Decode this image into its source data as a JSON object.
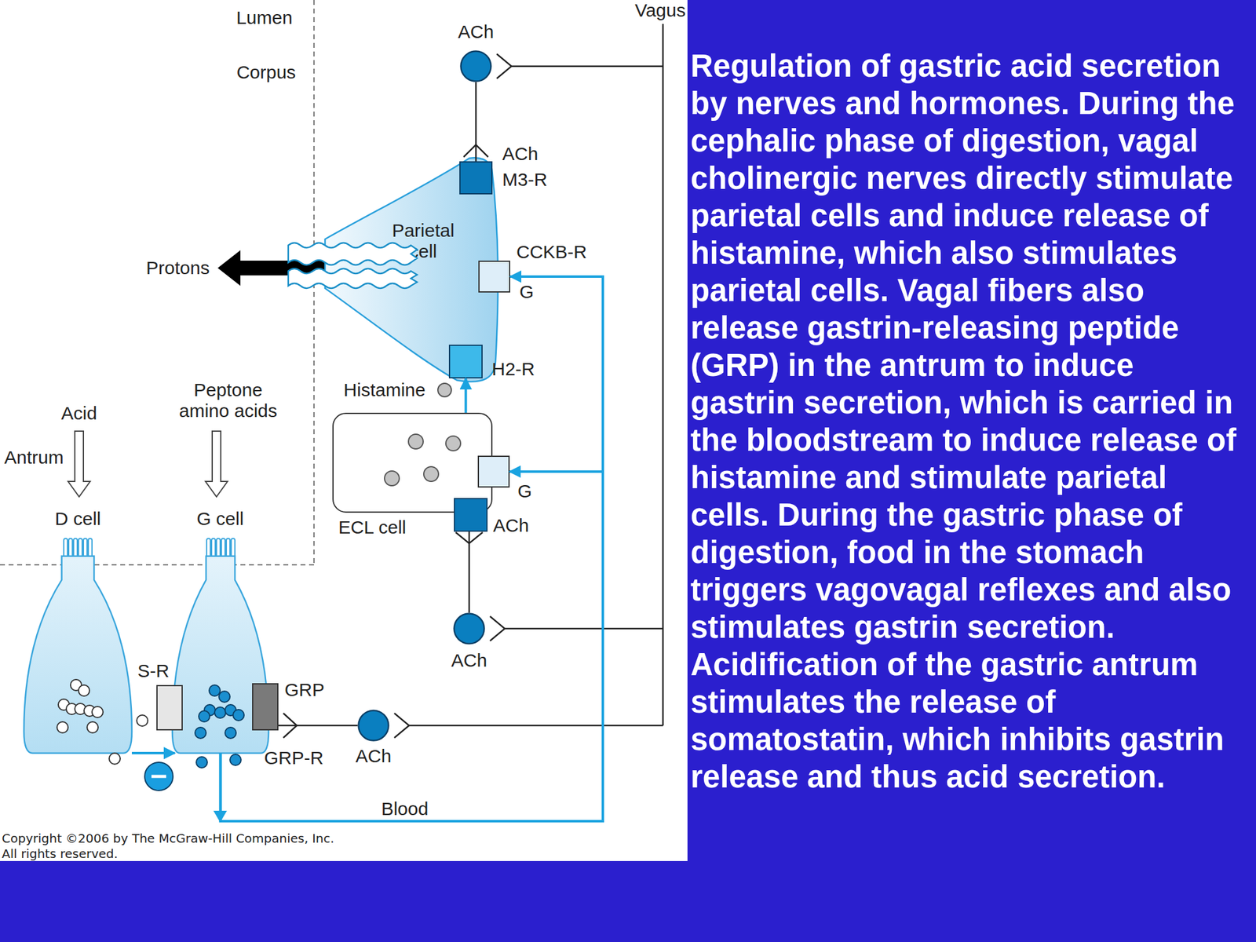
{
  "diagram": {
    "caption": "Regulation of gastric acid secretion by nerves and hormones. During the cephalic phase of digestion, vagal cholinergic nerves directly stimulate parietal cells and induce release of histamine, which also stimulates parietal cells. Vagal fibers also release gastrin-releasing peptide (GRP) in the antrum to induce gastrin secretion, which is carried in the bloodstream to induce release of histamine and stimulate parietal cells. During the gastric phase of digestion, food in the stomach triggers vagovagal reflexes and also stimulates gastrin secretion. Acidification of the gastric antrum stimulates the release of somatostatin, which inhibits gastrin release and thus acid secretion.",
    "nodes": [
      {
        "text": [
          "Parietal cell"
        ]
      },
      {
        "text": [
          "ACh",
          "M3-R"
        ],
        "in": 0
      },
      {
        "text": [
          "CCKB-R",
          "G"
        ],
        "in": 0
      },
      {
        "text": [
          "H2-R"
        ],
        "in": 0
      },
      {
        "text": [
          "ECL cell"
        ]
      },
      {
        "text": [
          "G"
        ],
        "in": 4
      },
      {
        "text": [
          "ACh"
        ],
        "in": 4
      },
      {
        "text": [
          "D cell"
        ]
      },
      {
        "text": [
          "G cell"
        ]
      },
      {
        "text": [
          "S-R"
        ],
        "in": 8
      },
      {
        "text": [
          "GRP",
          "GRP-R"
        ],
        "in": 8
      },
      {
        "text": [
          "ACh"
        ]
      },
      {
        "text": [
          "ACh"
        ]
      },
      {
        "text": [
          "ACh"
        ]
      }
    ],
    "edges": [
      {
        "from": 11,
        "to": 1,
        "arrow": "none"
      },
      {
        "from": 12,
        "to": 6,
        "arrow": "none"
      },
      {
        "from": 13,
        "to": 10,
        "arrow": "none"
      },
      {
        "from": 4,
        "to": 3,
        "label": "Histamine",
        "arrow": "to"
      },
      {
        "from": 8,
        "to": 2,
        "label": "Blood",
        "arrow": "to"
      },
      {
        "from": 8,
        "to": 5,
        "arrow": "to"
      },
      {
        "from": 7,
        "to": 8,
        "arrow": "to"
      }
    ],
    "labels": [
      "Lumen",
      "Corpus",
      "Vagus",
      "Protons",
      "Acid",
      "Antrum",
      "Peptone amino acids",
      "Copyright ©2006 by The McGraw-Hill Companies, Inc.",
      "All rights reserved."
    ]
  }
}
